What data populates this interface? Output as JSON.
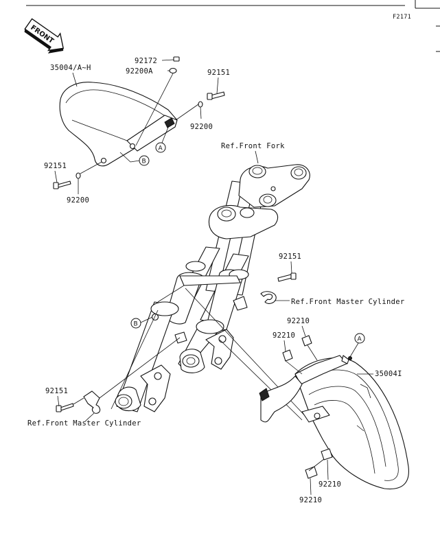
{
  "diagram_code": "F2171",
  "front_arrow_label": "FRONT",
  "callouts": {
    "a": "A",
    "b": "B"
  },
  "parts": {
    "front_fender_front": "35004/A~H",
    "bolt_top": "92172",
    "washer_top": "92200A",
    "bolt_right_upper": "92151",
    "washer_right_upper": "92200",
    "bolt_left": "92151",
    "washer_left": "92200",
    "bolt_mid_right": "92151",
    "bolt_lower_left": "92151",
    "clip_upper_a": "92210",
    "clip_upper_b": "92210",
    "rear_fender": "35004I",
    "clip_lower_a": "92210",
    "clip_lower_b": "92210"
  },
  "refs": {
    "front_fork": "Ref.Front Fork",
    "master_cylinder_right": "Ref.Front Master Cylinder",
    "master_cylinder_left": "Ref.Front Master Cylinder"
  }
}
